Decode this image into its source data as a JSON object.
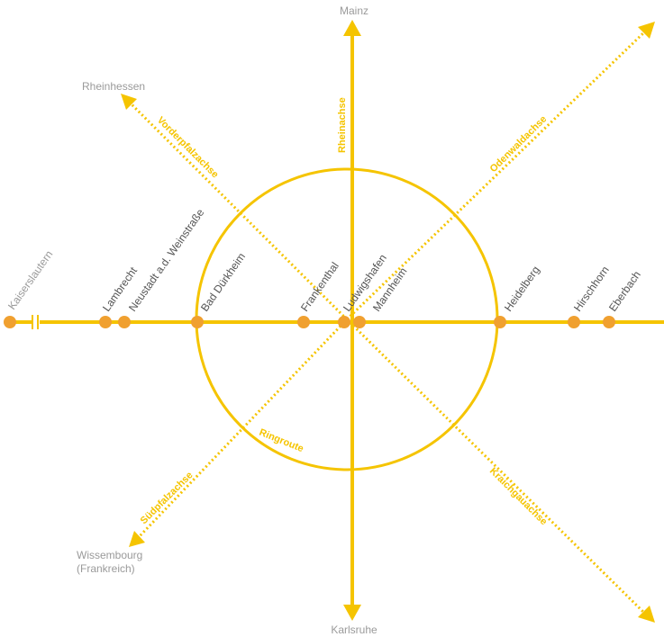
{
  "colors": {
    "axis": "#f5c400",
    "station": "#f0a030",
    "place_text": "#9a9a9a",
    "station_text": "#555555"
  },
  "places": {
    "north": "Mainz",
    "south": "Karlsruhe",
    "northwest": "Rheinhessen",
    "southwest_line1": "Wissembourg",
    "southwest_line2": "(Frankreich)",
    "west": "Kaiserslautern"
  },
  "axes": {
    "vertical": "Rheinachse",
    "northwest": "Vorderpfalzachse",
    "northeast": "Odenwaldachse",
    "southwest": "Südpfalzachse",
    "southeast": "Kraichgauachse",
    "ring": "Ringroute"
  },
  "stations": [
    {
      "name": "Lambrecht"
    },
    {
      "name": "Neustadt a.d. Weinstraße"
    },
    {
      "name": "Bad Dürkheim"
    },
    {
      "name": "Frankenthal"
    },
    {
      "name": "Ludwigshafen"
    },
    {
      "name": "Mannheim"
    },
    {
      "name": "Heidelberg"
    },
    {
      "name": "Hirschhorn"
    },
    {
      "name": "Eberbach"
    }
  ]
}
